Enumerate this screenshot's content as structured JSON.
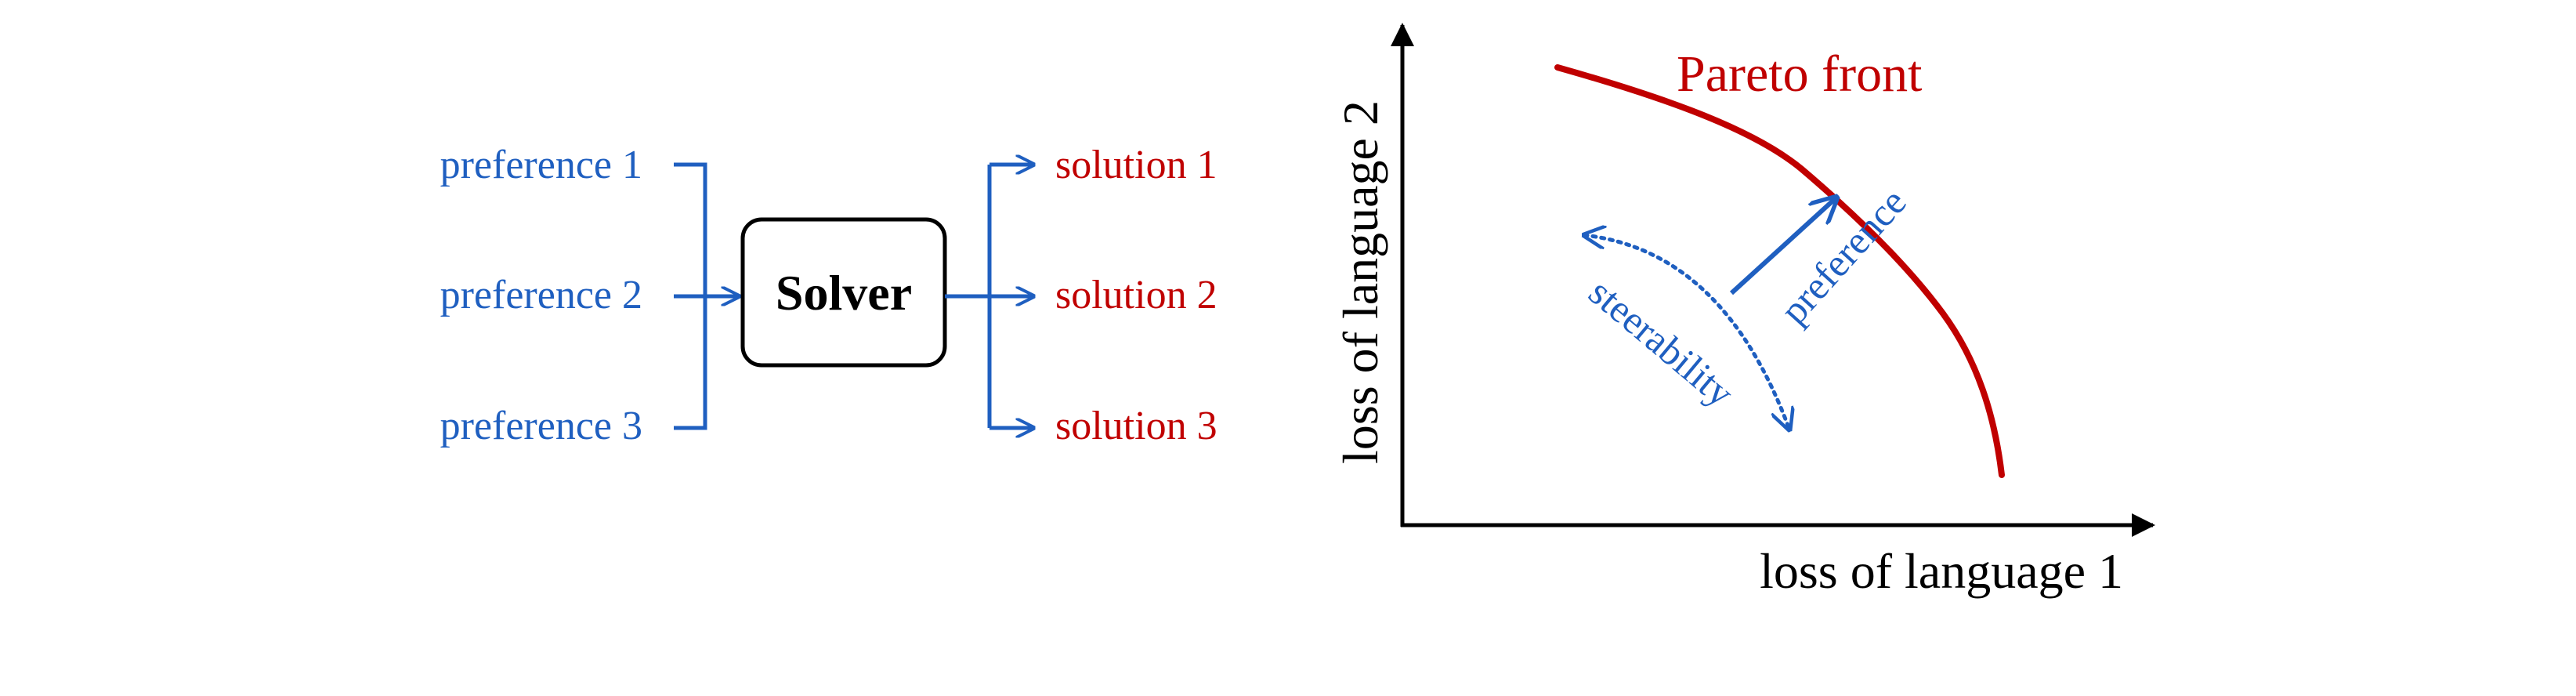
{
  "colors": {
    "preference_blue": "#1f5fc0",
    "solution_red": "#c00000",
    "axis_black": "#000000"
  },
  "flow_diagram": {
    "preferences": [
      "preference 1",
      "preference 2",
      "preference 3"
    ],
    "solver_label": "Solver",
    "solutions": [
      "solution 1",
      "solution 2",
      "solution 3"
    ]
  },
  "tradeoff_plot": {
    "curve_label": "Pareto front",
    "xlabel": "loss of language 1",
    "ylabel": "loss of language 2",
    "preference_arrow_label": "preference",
    "steerability_arc_label": "steerability"
  }
}
